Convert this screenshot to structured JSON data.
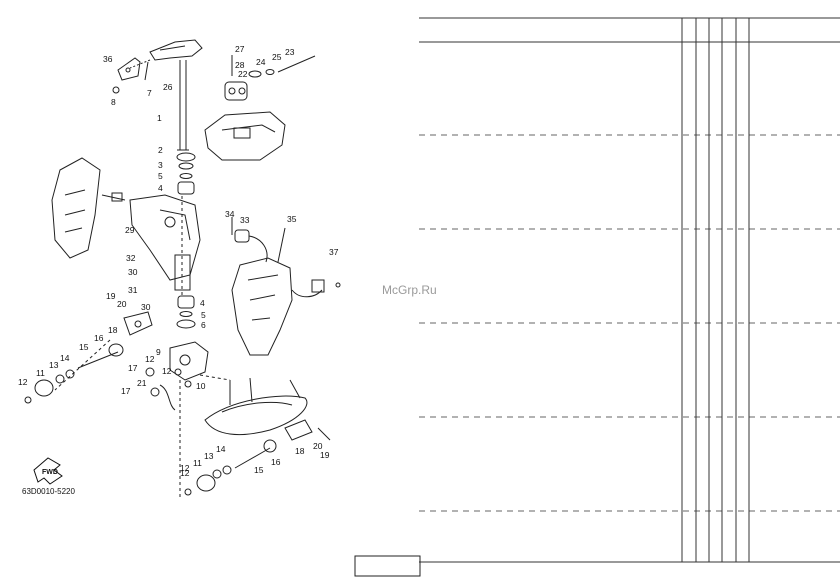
{
  "diagram": {
    "drawing_code": "63D0010-5220",
    "fwd_label": "FWD",
    "part_labels": [
      {
        "n": "36"
      },
      {
        "n": "7"
      },
      {
        "n": "8"
      },
      {
        "n": "26"
      },
      {
        "n": "27"
      },
      {
        "n": "28"
      },
      {
        "n": "22"
      },
      {
        "n": "24"
      },
      {
        "n": "25"
      },
      {
        "n": "23"
      },
      {
        "n": "1"
      },
      {
        "n": "2"
      },
      {
        "n": "3"
      },
      {
        "n": "5"
      },
      {
        "n": "4"
      },
      {
        "n": "34"
      },
      {
        "n": "33"
      },
      {
        "n": "35"
      },
      {
        "n": "29"
      },
      {
        "n": "32"
      },
      {
        "n": "30"
      },
      {
        "n": "31"
      },
      {
        "n": "37"
      },
      {
        "n": "19"
      },
      {
        "n": "20"
      },
      {
        "n": "30"
      },
      {
        "n": "4"
      },
      {
        "n": "5"
      },
      {
        "n": "6"
      },
      {
        "n": "18"
      },
      {
        "n": "16"
      },
      {
        "n": "15"
      },
      {
        "n": "14"
      },
      {
        "n": "13"
      },
      {
        "n": "11"
      },
      {
        "n": "12"
      },
      {
        "n": "9"
      },
      {
        "n": "12"
      },
      {
        "n": "17"
      },
      {
        "n": "12"
      },
      {
        "n": "21"
      },
      {
        "n": "10"
      },
      {
        "n": "17"
      },
      {
        "n": "20"
      },
      {
        "n": "18"
      },
      {
        "n": "19"
      },
      {
        "n": "16"
      },
      {
        "n": "15"
      },
      {
        "n": "14"
      },
      {
        "n": "13"
      },
      {
        "n": "12"
      },
      {
        "n": "11"
      },
      {
        "n": "12"
      }
    ]
  },
  "watermark": "McGrp.Ru",
  "page_number_box": ""
}
